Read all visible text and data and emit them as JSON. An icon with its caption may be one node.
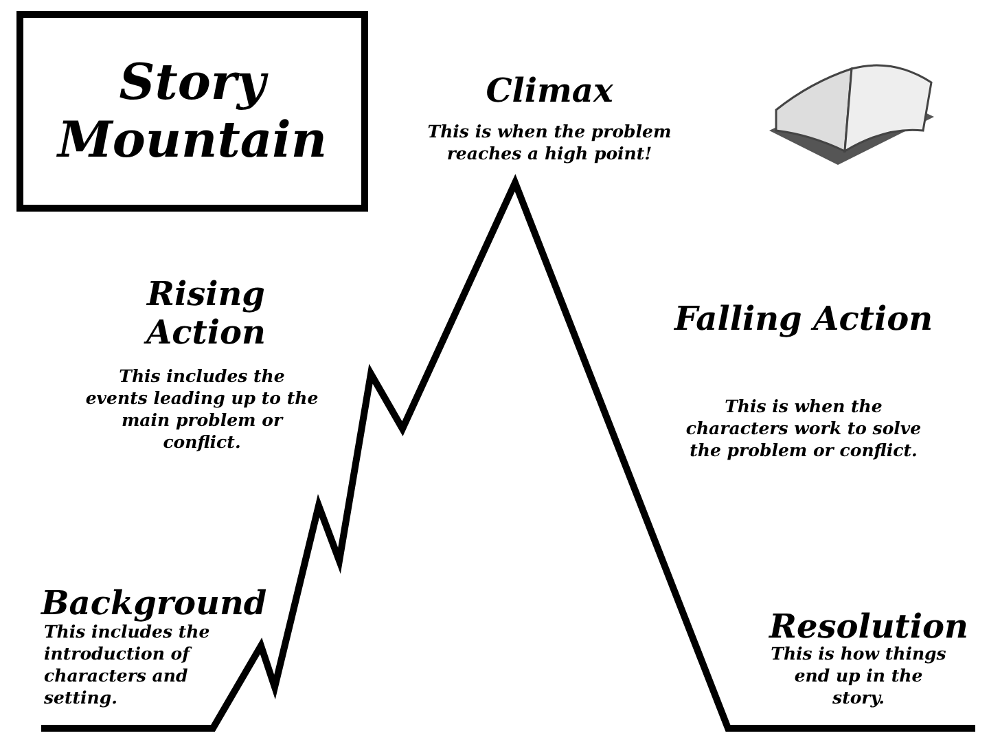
{
  "diagram": {
    "title": "Story Mountain",
    "labels": [
      "Climax",
      "This is when the problem reaches a high point!",
      "Rising Action",
      "This includes the events leading up to the main problem or conflict.",
      "Falling Action",
      "This is when the characters work to solve the problem or conflict.",
      "Background",
      "This includes the introduction of characters and setting.",
      "Resolution",
      "This is how things end up in the story."
    ]
  }
}
